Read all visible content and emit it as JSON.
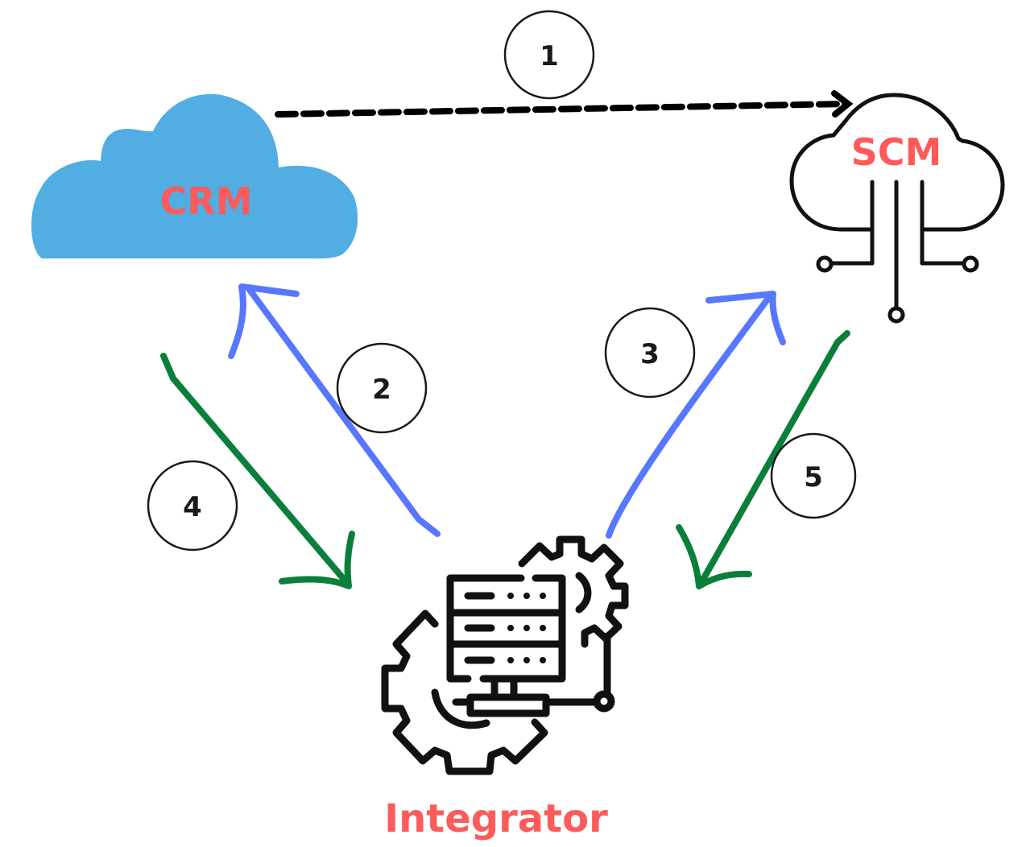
{
  "diagram": {
    "nodes": {
      "crm": {
        "label": "CRM",
        "icon": "filled-cloud-icon"
      },
      "scm": {
        "label": "SCM",
        "icon": "cloud-network-icon"
      },
      "integrator": {
        "label": "Integrator",
        "icon": "server-gear-icon"
      }
    },
    "steps": [
      {
        "number": "1",
        "from": "CRM",
        "to": "SCM",
        "style": "dashed"
      },
      {
        "number": "2",
        "from": "Integrator",
        "to": "CRM",
        "style": "solid"
      },
      {
        "number": "3",
        "from": "Integrator",
        "to": "SCM",
        "style": "solid"
      },
      {
        "number": "4",
        "from": "CRM",
        "to": "Integrator",
        "style": "solid"
      },
      {
        "number": "5",
        "from": "SCM",
        "to": "Integrator",
        "style": "solid"
      }
    ],
    "colors": {
      "label": "#ff5a5a",
      "crm_cloud": "#52ade2",
      "request_arrow": "#5877ff",
      "response_arrow": "#0a7f3a",
      "outline": "#111111",
      "dashed_arrow": "#000000"
    }
  }
}
